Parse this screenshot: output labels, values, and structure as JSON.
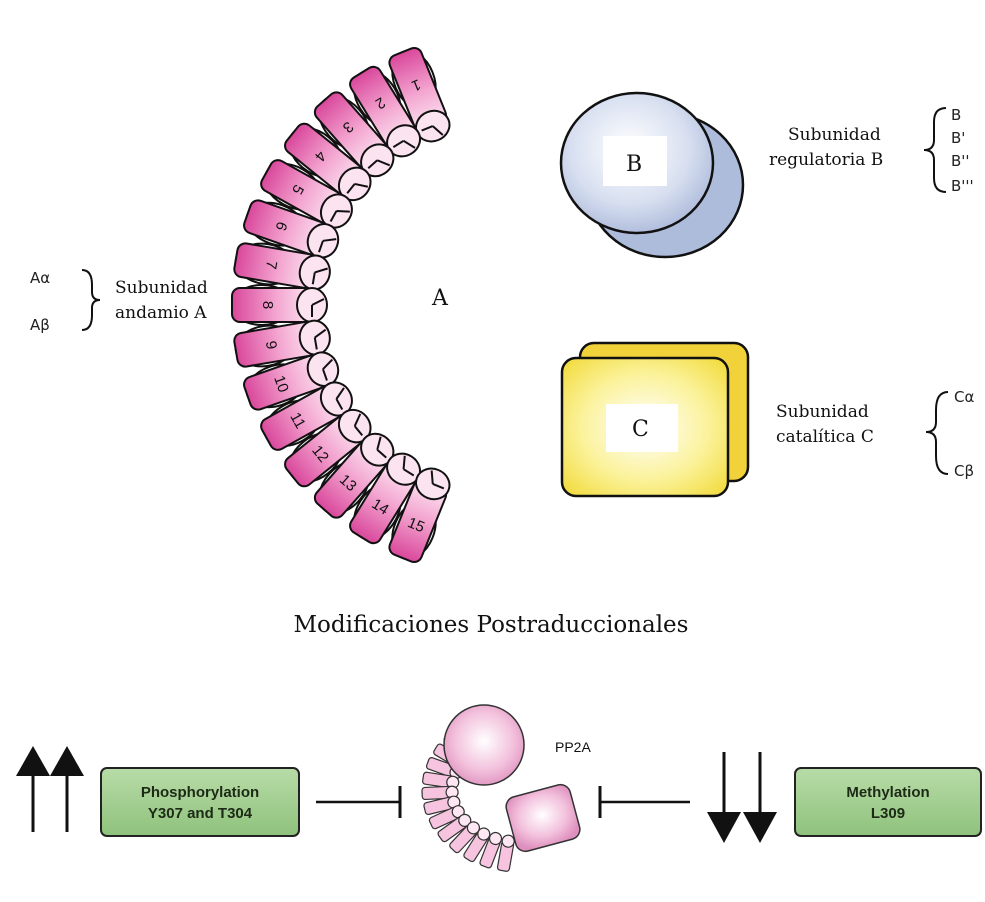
{
  "subunit_a": {
    "letter": "A",
    "label_line1": "Subunidad",
    "label_line2": "andamio A",
    "isoforms": [
      "Aα",
      "Aβ"
    ],
    "segments": [
      "1",
      "2",
      "3",
      "4",
      "5",
      "6",
      "7",
      "8",
      "9",
      "10",
      "11",
      "12",
      "13",
      "14",
      "15"
    ]
  },
  "subunit_b": {
    "letter": "B",
    "label_line1": "Subunidad",
    "label_line2": "regulatoria B",
    "isoforms": [
      "B",
      "B'",
      "B''",
      "B'''"
    ]
  },
  "subunit_c": {
    "letter": "C",
    "label_line1": "Subunidad",
    "label_line2": "catalítica C",
    "isoforms": [
      "Cα",
      "Cβ"
    ]
  },
  "section_title": "Modificaciones Postraduccionales",
  "bottom": {
    "phospho_line1": "Phosphorylation",
    "phospho_line2": "Y307 and T304",
    "complex_label": "PP2A",
    "methyl_line1": "Methylation",
    "methyl_line2": "L309"
  },
  "colors": {
    "segment_pink": "#e35aa8",
    "b_fill": "#c9d3ea",
    "c_fill": "#f5e04a",
    "box_green": "#9cc98a"
  }
}
